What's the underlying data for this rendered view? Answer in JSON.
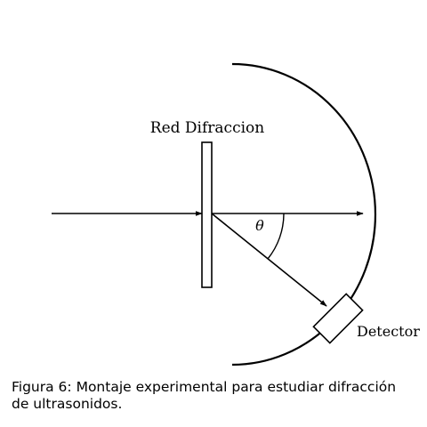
{
  "diagram": {
    "grating_label": "Red Difraccion",
    "angle_label": "θ",
    "detector_label": "Detector"
  },
  "caption": "Figura 6: Montaje experimental para estudiar difracción de ultrasonidos."
}
